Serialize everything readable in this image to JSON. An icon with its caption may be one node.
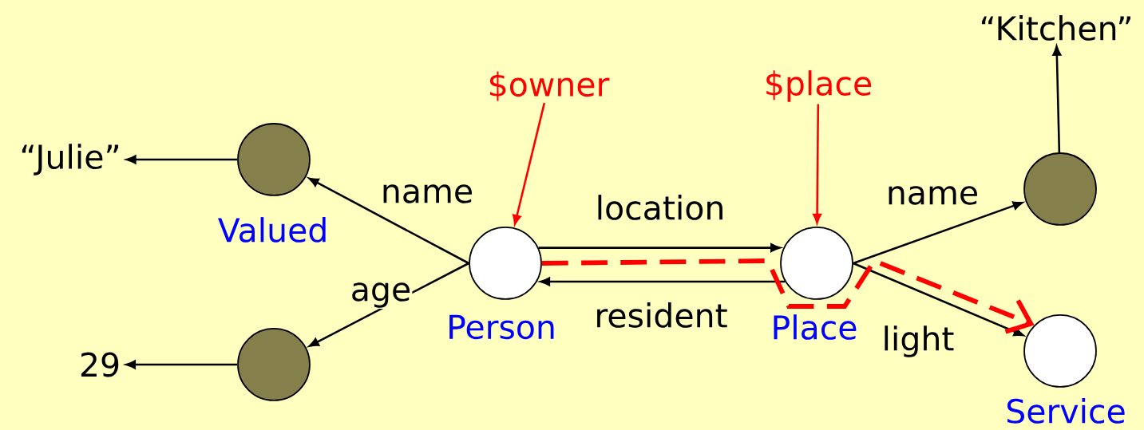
{
  "diagram": {
    "nodes": [
      {
        "text": [
          "“Julie”"
        ]
      },
      {
        "text": [],
        "shape": "circle",
        "beside": [
          "Valued"
        ]
      },
      {
        "text": [],
        "shape": "circle",
        "beside": [
          "Person"
        ]
      },
      {
        "text": [],
        "shape": "circle",
        "beside": [
          "Place"
        ]
      },
      {
        "text": [],
        "shape": "circle"
      },
      {
        "text": [
          "“Kitchen”"
        ]
      },
      {
        "text": [],
        "shape": "circle",
        "beside": [
          "Service"
        ]
      },
      {
        "text": [],
        "shape": "circle"
      },
      {
        "text": [
          "29"
        ]
      },
      {
        "text": [
          "$owner"
        ]
      },
      {
        "text": [
          "$place"
        ]
      }
    ],
    "edges": [
      {
        "from": 2,
        "to": 1,
        "arrow": "to",
        "label": "name"
      },
      {
        "from": 2,
        "to": 7,
        "arrow": "to",
        "label": "age"
      },
      {
        "from": 1,
        "to": 0,
        "arrow": "to"
      },
      {
        "from": 7,
        "to": 8,
        "arrow": "to"
      },
      {
        "from": 2,
        "to": 3,
        "arrow": "to",
        "label": "location"
      },
      {
        "from": 3,
        "to": 2,
        "arrow": "to",
        "label": "resident"
      },
      {
        "from": 3,
        "to": 4,
        "arrow": "to",
        "label": "name"
      },
      {
        "from": 3,
        "to": 6,
        "arrow": "to",
        "label": "light"
      },
      {
        "from": 4,
        "to": 5,
        "arrow": "to"
      },
      {
        "from": 9,
        "to": 2,
        "arrow": "to",
        "color": "#ff0000"
      },
      {
        "from": 10,
        "to": 3,
        "arrow": "to",
        "color": "#ff0000"
      },
      {
        "from": 2,
        "to": 6,
        "arrow": "to",
        "style": "dashed",
        "color": "#ff0000"
      }
    ]
  }
}
